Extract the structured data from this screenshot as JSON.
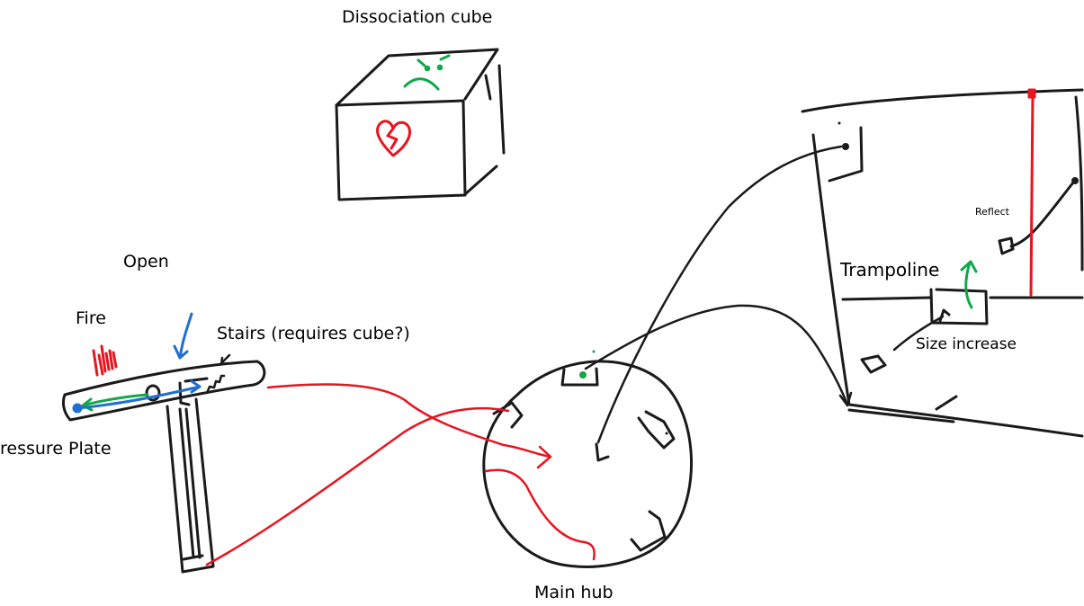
{
  "labels": {
    "dissociation_cube": "Dissociation cube",
    "open": "Open",
    "fire": "Fire",
    "stairs": "Stairs (requires cube?)",
    "pressure_plate": "ressure Plate",
    "main_hub": "Main hub",
    "trampoline": "Trampoline",
    "size_increase": "Size increase",
    "reflect": "Reflect"
  },
  "colors": {
    "ink": "#1a1a1a",
    "red": "#e8141f",
    "green": "#11a84a",
    "blue": "#1f6fd1"
  },
  "icons": {
    "cube_face": "sad-face-icon",
    "cube_heart": "broken-heart-icon"
  }
}
